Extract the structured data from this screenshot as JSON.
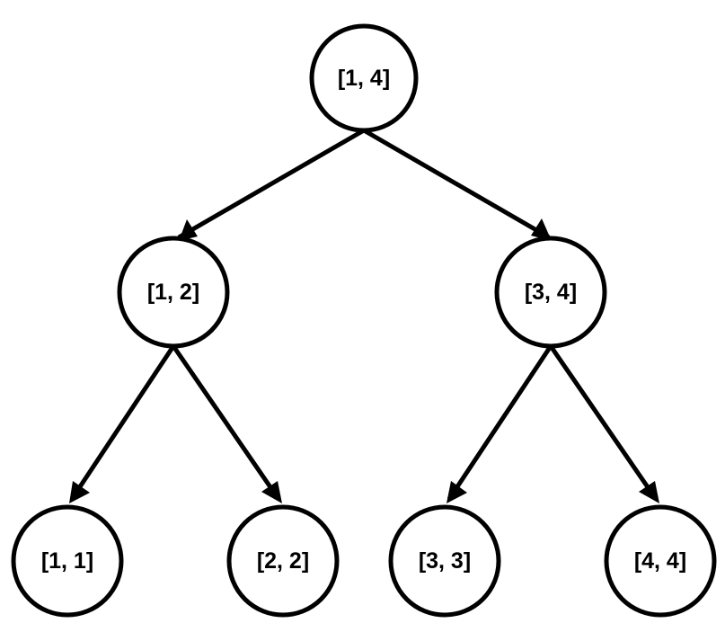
{
  "tree": {
    "nodes": [
      {
        "id": "n14",
        "label": "[1, 4]"
      },
      {
        "id": "n12",
        "label": "[1, 2]"
      },
      {
        "id": "n34",
        "label": "[3, 4]"
      },
      {
        "id": "n11",
        "label": "[1, 1]"
      },
      {
        "id": "n22",
        "label": "[2, 2]"
      },
      {
        "id": "n33",
        "label": "[3, 3]"
      },
      {
        "id": "n44",
        "label": "[4, 4]"
      }
    ],
    "edges": [
      {
        "from": "n14",
        "to": "n12"
      },
      {
        "from": "n14",
        "to": "n34"
      },
      {
        "from": "n12",
        "to": "n11"
      },
      {
        "from": "n12",
        "to": "n22"
      },
      {
        "from": "n34",
        "to": "n33"
      },
      {
        "from": "n34",
        "to": "n44"
      }
    ]
  },
  "colors": {
    "stroke": "#000000",
    "fill": "#ffffff"
  }
}
